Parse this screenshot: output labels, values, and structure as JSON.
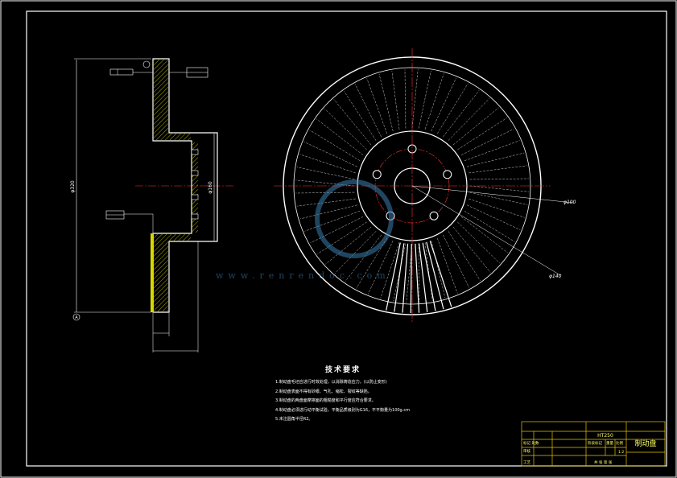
{
  "drawing_title": "制动盘",
  "material": "HT250",
  "technical_requirements": {
    "title": "技术要求",
    "items": [
      "1.制动盘毛坯应进行时效处理，以消除铸造应力。(以防止变形)",
      "2.制动盘表面不得有砂眼、气孔、缩松、裂纹等缺陷。",
      "3.制动盘的两盘面摩擦面的粗糙度和平行度应符合要求。",
      "4.制动盘必须进行动平衡试验，平衡品质级别为G16，不平衡量为100g.cm",
      "5.未注圆角半径R2。"
    ]
  },
  "dimensions": {
    "overall_height": "φ320",
    "hub_diameter": "φ160",
    "bolt_circle": "φ100",
    "center_bore": "φ140"
  },
  "datum_label": "A",
  "title_block": {
    "designer": "标记 处数",
    "check": "审核",
    "process": "工艺",
    "stage": "阶段标记",
    "weight": "重量",
    "scale": "比例",
    "scale_value": "1:2",
    "sheet": "共 张 第 张"
  },
  "watermark": "www.renrendoc.com",
  "colors": {
    "frame": "#ffffff",
    "centerline": "#ff3030",
    "hatch": "#d8d800",
    "title_block": "#e6c200",
    "watermark": "#3a7fb0"
  }
}
